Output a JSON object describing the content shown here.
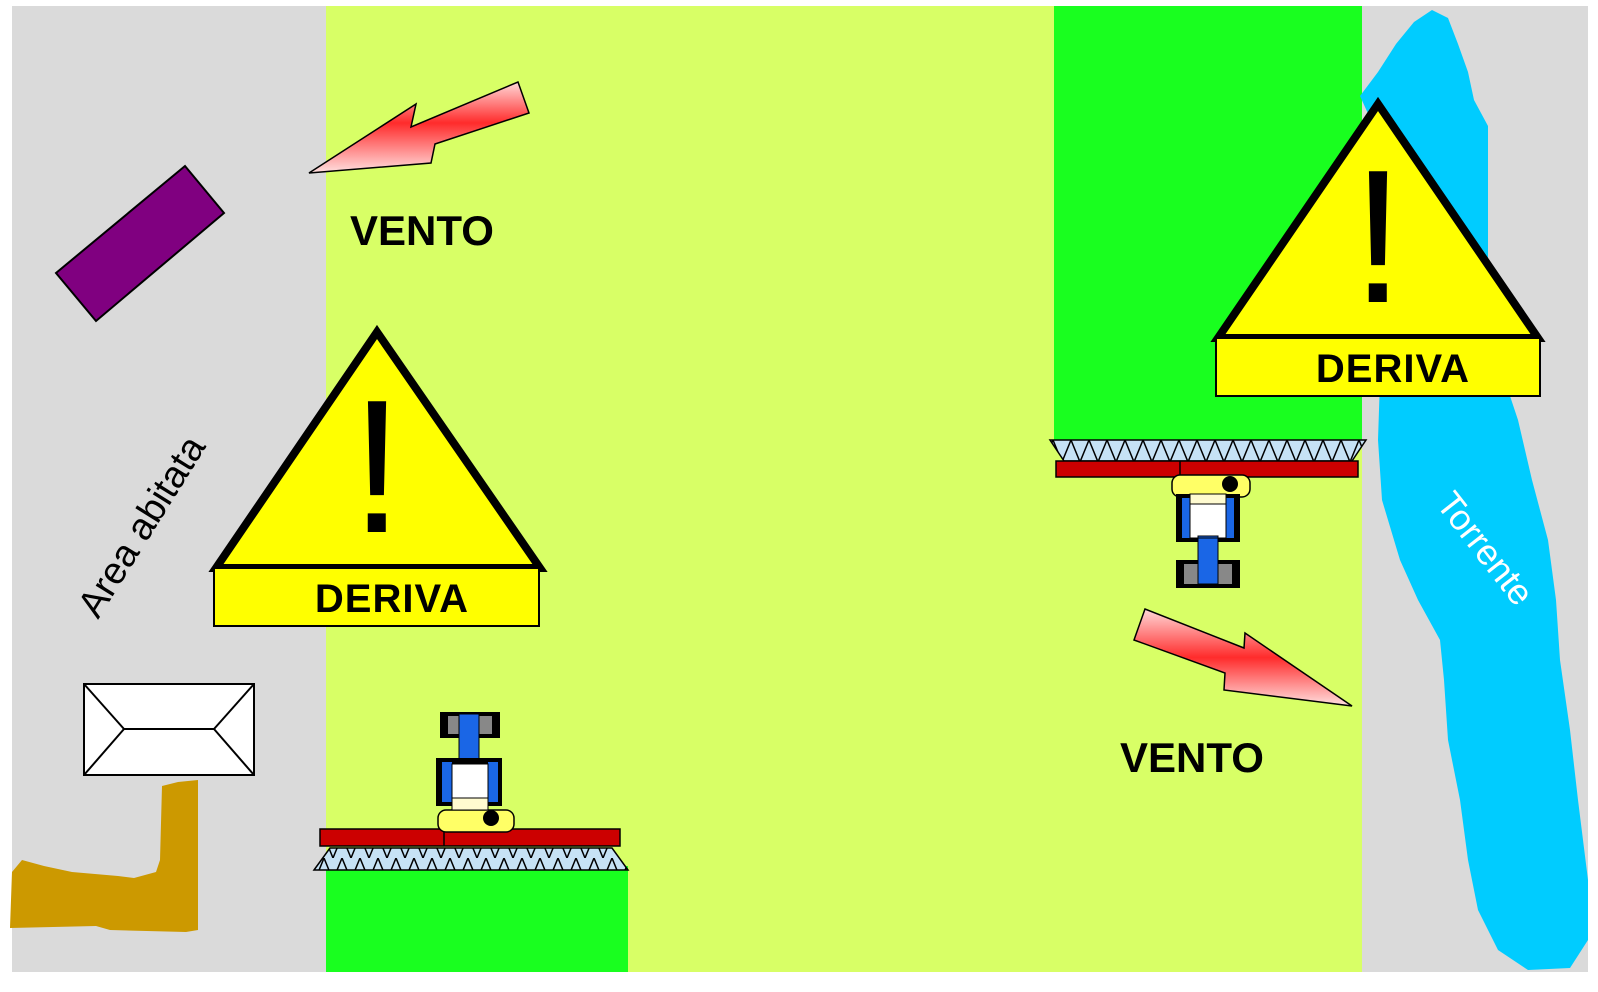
{
  "labels": {
    "wind_top": "VENTO",
    "wind_bottom": "VENTO",
    "drift_left": "DERIVA",
    "drift_right": "DERIVA",
    "exclamation": "!",
    "residential_area": "Area abitata",
    "stream": "Torrente"
  },
  "colors": {
    "ground": "#dadada",
    "field": "#d8ff66",
    "treated_strip": "#19ff1f",
    "stream": "#00ccff",
    "road": "#cc9900",
    "building_purple": "#800080",
    "warning_yellow": "#ffff00",
    "boom_red": "#cc0000",
    "nozzle_blue": "#c6e2f5",
    "tractor_blue": "#1a66e6",
    "wind_arrow_red": "#ff2b2b"
  }
}
